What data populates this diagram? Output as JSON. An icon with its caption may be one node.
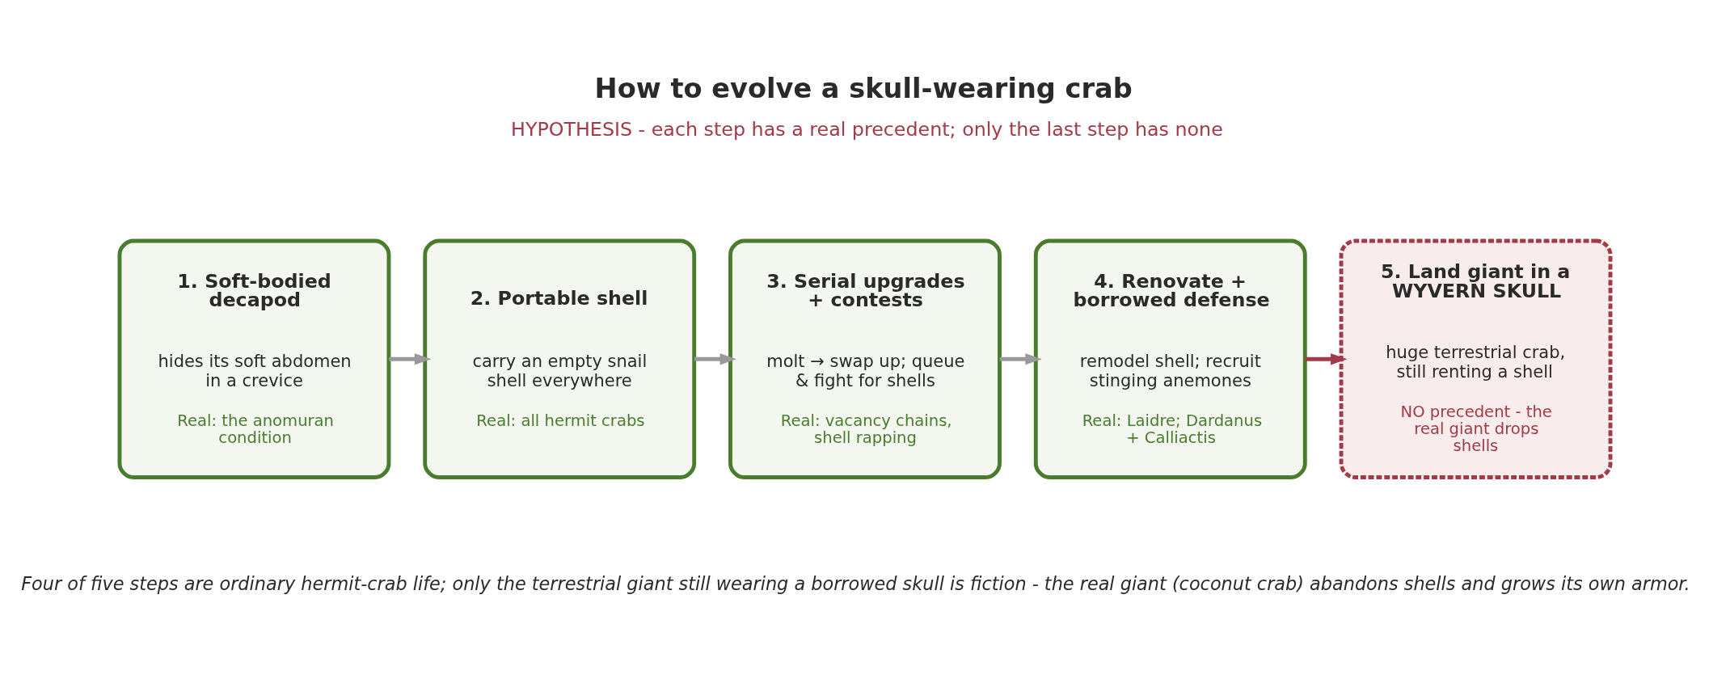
{
  "diagram": {
    "title": "How to evolve a skull-wearing crab",
    "caption": "Four of five steps are ordinary hermit-crab life; only the terrestrial giant still wearing a borrowed skull is fiction - the real giant (coconut crab) abandons shells and grows its own armor.",
    "nodes": [
      {
        "text": [
          "1. Soft-bodied decapod",
          "hides its soft abdomen in a crevice",
          "Real: the anomuran condition"
        ]
      },
      {
        "text": [
          "2. Portable shell",
          "carry an empty snail shell everywhere",
          "Real: all hermit crabs"
        ]
      },
      {
        "text": [
          "3. Serial upgrades + contests",
          "molt → swap up; queue & fight for shells",
          "Real: vacancy chains, shell rapping"
        ]
      },
      {
        "text": [
          "4. Renovate + borrowed defense",
          "remodel shell; recruit stinging anemones",
          "Real: Laidre; Dardanus + Calliactis"
        ]
      },
      {
        "text": [
          "5. Land giant in a WYVERN SKULL",
          "huge terrestrial crab, still renting a shell",
          "NO precedent - the real giant drops shells"
        ]
      }
    ],
    "edges": [
      {
        "from": 0,
        "to": 1,
        "arrow": "to"
      },
      {
        "from": 1,
        "to": 2,
        "arrow": "to"
      },
      {
        "from": 2,
        "to": 3,
        "arrow": "to"
      },
      {
        "from": 3,
        "to": 4,
        "arrow": "to",
        "color": "#a33a48"
      }
    ],
    "labels": [
      "HYPOTHESIS - each step has a real precedent; only the last step has none"
    ]
  }
}
